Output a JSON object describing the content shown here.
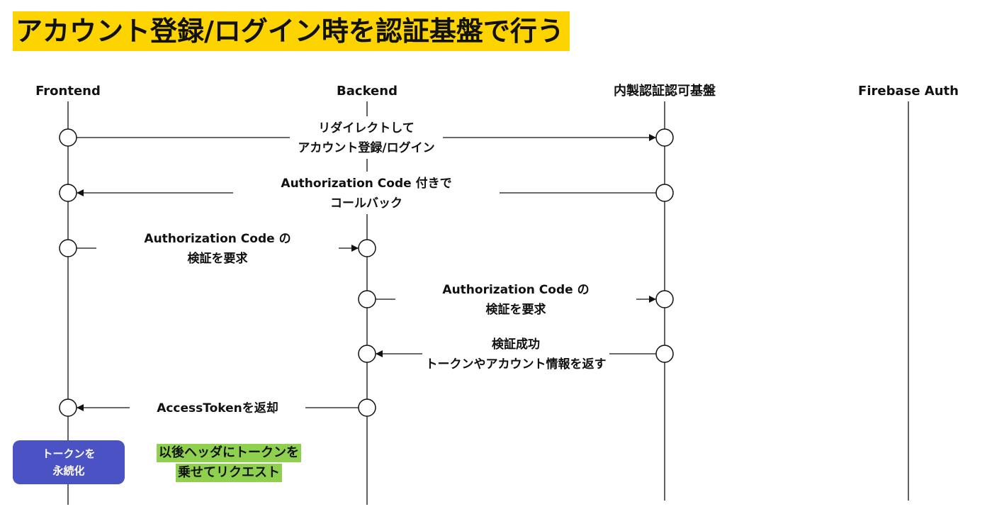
{
  "colors": {
    "title_highlight": "#FDD400",
    "line": "#111111",
    "note_blue": "#4B52C4",
    "note_green": "#8FD14F"
  },
  "title": "アカウント登録/ログイン時を認証基盤で行う",
  "lanes": [
    {
      "key": "frontend",
      "label": "Frontend"
    },
    {
      "key": "backend",
      "label": "Backend"
    },
    {
      "key": "idp",
      "label": "内製認証認可基盤"
    },
    {
      "key": "firebase",
      "label": "Firebase Auth"
    }
  ],
  "messages": [
    {
      "from": "frontend",
      "to": "idp",
      "lines": [
        "リダイレクトして",
        "アカウント登録/ログイン"
      ]
    },
    {
      "from": "idp",
      "to": "frontend",
      "lines": [
        "Authorization Code 付きで",
        "コールバック"
      ]
    },
    {
      "from": "frontend",
      "to": "backend",
      "lines": [
        "Authorization Code の",
        "検証を要求"
      ]
    },
    {
      "from": "backend",
      "to": "idp",
      "lines": [
        "Authorization Code の",
        "検証を要求"
      ]
    },
    {
      "from": "idp",
      "to": "backend",
      "lines": [
        "検証成功",
        "トークンやアカウント情報を返す"
      ]
    },
    {
      "from": "backend",
      "to": "frontend",
      "lines": [
        "AccessTokenを返却"
      ]
    }
  ],
  "notes": {
    "persist": {
      "line1": "トークンを",
      "line2": "永続化"
    },
    "subsequent": {
      "line1": "以後ヘッダにトークンを",
      "line2": "乗せてリクエスト"
    }
  }
}
